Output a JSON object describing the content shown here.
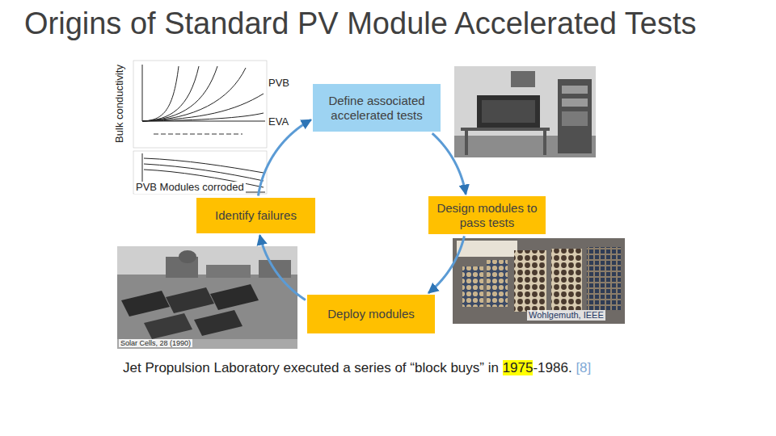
{
  "diagram": {
    "title": "Origins of Standard PV Module Accelerated Tests",
    "caption": "Jet Propulsion Laboratory executed a series of “block buys” in 1975-1986. [8]",
    "nodes": [
      {
        "text": [
          "Define associated accelerated tests"
        ]
      },
      {
        "text": [
          "Identify failures"
        ]
      },
      {
        "text": [
          "Design modules to pass tests"
        ]
      },
      {
        "text": [
          "Deploy modules"
        ]
      }
    ],
    "edges": [
      {
        "from": 0,
        "to": 2,
        "arrow": "to"
      },
      {
        "from": 2,
        "to": 3,
        "arrow": "to"
      },
      {
        "from": 3,
        "to": 1,
        "arrow": "to"
      },
      {
        "from": 1,
        "to": 0,
        "arrow": "to"
      }
    ],
    "labels": [
      "Bulk conductivity",
      "PVB",
      "EVA",
      "PVB Modules corroded",
      "Solar Cells, 28 (1990)",
      "Wohlgemuth, IEEE"
    ]
  }
}
